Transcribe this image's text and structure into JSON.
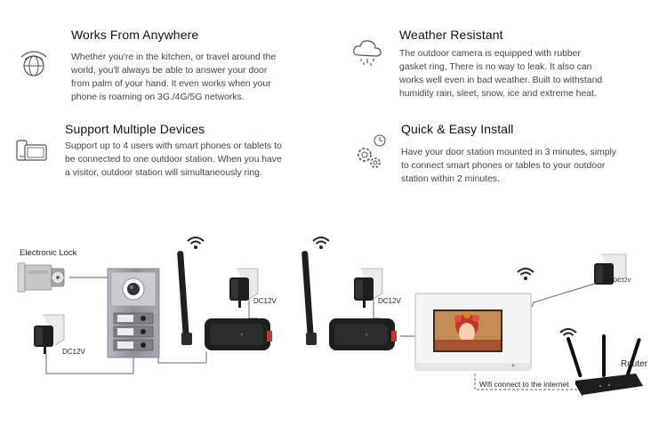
{
  "features": [
    {
      "title": "Works From Anywhere",
      "lines": [
        "Whether you're in the kitchen, or travel around the",
        "world, you'll always be able to answer your door",
        "from palm of your hand. It even works when your",
        "phone is roaming on 3G./4G/5G networks."
      ],
      "icon": "globe-wifi-icon"
    },
    {
      "title": "Weather Resistant",
      "lines": [
        "The outdoor camera is equipped with rubber",
        "gasket ring, There is no way to leak. It also can",
        "works well even in bad weather. Built to withstand",
        "humidity rain, sleet, snow, ice and extreme heat."
      ],
      "icon": "rain-cloud-icon"
    },
    {
      "title": "Support Multiple Devices",
      "lines": [
        "Support up to 4 users with smart phones or tablets to",
        "be connected to one outdoor station. When you have",
        "a visitor, outdoor station will simultaneously ring."
      ],
      "icon": "devices-icon"
    },
    {
      "title": "Quick & Easy Install",
      "lines": [
        "Have your door station mounted in 3 minutes, simply",
        "to connect smart phones or tables to your outdoor",
        "station within 2 minutes."
      ],
      "icon": "gears-clock-icon"
    }
  ],
  "diagram": {
    "electronic_lock_label": "Electronic Lock",
    "adapter_labels": [
      "DC12V",
      "DC12V",
      "DC12V"
    ],
    "router_label": "Router",
    "wifi_note": "Wifi connect to the internet"
  },
  "colors": {
    "title": "#111111",
    "text": "#444444",
    "device_dark": "#1e1e1e",
    "panel_silver": "#9a9ea3",
    "monitor_white": "#f4f4f4",
    "line": "#666666"
  }
}
